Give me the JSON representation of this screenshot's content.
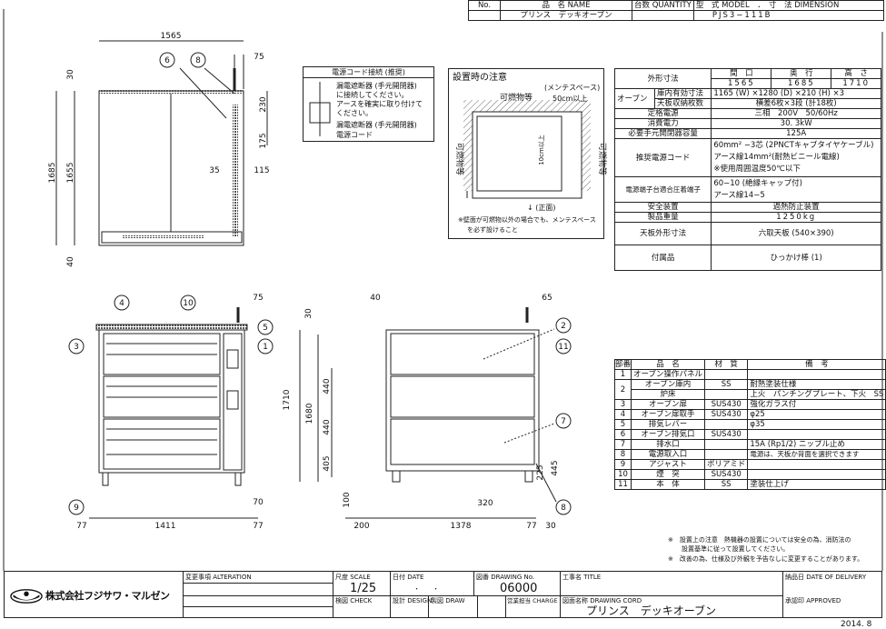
{
  "header": {
    "no_label": "No.",
    "name_label": "品　名 NAME",
    "qty_label": "台数 QUANTITY",
    "model_label": "型　式 MODEL",
    "dim_label": "．　寸　法 DIMENSION",
    "product_name": "プリンス　デッキオーブン",
    "model": "PJS3−111B"
  },
  "spec": {
    "outer_dim": "外形寸法",
    "width_label": "間　口",
    "depth_label": "奥　行",
    "height_label": "高　さ",
    "width": "1565",
    "depth": "1685",
    "height": "1710",
    "oven": "オーブン",
    "inner_dim_label": "庫内有効寸法",
    "inner_dim": "1165 (W) ×1280 (D) ×210 (H) ×3",
    "tray_label": "天板収納枚数",
    "tray": "横差6枚×3段 (計18枚)",
    "power_label": "定格電源",
    "power": "三相　200V　50/60Hz",
    "consumption_label": "消費電力",
    "consumption": "30. 3kW",
    "breaker_label": "必要手元開閉器容量",
    "breaker": "125A",
    "cord_label": "推奨電源コード",
    "cord_1": "60mm² −3芯 (2PNCTキャブタイヤケーブル)",
    "cord_2": "アース線14mm²(耐熱ビニール電線)",
    "cord_3": "※使用周囲温度50℃以下",
    "terminal_label": "電源端子台適合圧着端子",
    "terminal_1": "60−10 (絶縁キャップ付)",
    "terminal_2": "アース線14−5",
    "safety_label": "安全装置",
    "safety": "過熱防止装置",
    "weight_label": "製品重量",
    "weight": "1250kg",
    "plate_label": "天板外形寸法",
    "plate": "六取天板 (540×390)",
    "accessory_label": "付属品",
    "accessory": "ひっかけ棒 (1)"
  },
  "parts": {
    "headers": [
      "部番",
      "品　名",
      "材　質",
      "備　考"
    ],
    "rows": [
      [
        "1",
        "オーブン操作パネル",
        "",
        ""
      ],
      [
        "2",
        "オーブン庫内",
        "SS",
        "耐熱塗装仕様"
      ],
      [
        "",
        "炉床",
        "",
        "上火　パンチングプレート、下火　SS"
      ],
      [
        "3",
        "オーブン扉",
        "SUS430",
        "強化ガラス付"
      ],
      [
        "4",
        "オーブン扉取手",
        "SUS430",
        "φ25"
      ],
      [
        "5",
        "排気レバー",
        "",
        "φ35"
      ],
      [
        "6",
        "オーブン排気口",
        "SUS430",
        ""
      ],
      [
        "7",
        "排水口",
        "",
        "15A (Rp1/2) ニップル止め"
      ],
      [
        "8",
        "電源取入口",
        "",
        "電源は、天板か背面を選択できます"
      ],
      [
        "9",
        "アジャスト",
        "ポリアミド",
        ""
      ],
      [
        "10",
        "煙　突",
        "SUS430",
        ""
      ],
      [
        "11",
        "本　体",
        "SS",
        "塗装仕上げ"
      ]
    ]
  },
  "cord_box": {
    "title": "電源コード接続 (推奨)",
    "text_1": "漏電遮断器 (手元開閉器)",
    "text_2": "に接続してください。",
    "text_3": "アースを確実に取り付けて",
    "text_4": "ください。",
    "breaker": "漏電遮断器 (手元開閉器)",
    "cord": "電源コード"
  },
  "install_box": {
    "title": "設置時の注意",
    "maintenance": "(メンテスペース)",
    "flammable": "可燃物等",
    "clear_50": "50cm以上",
    "clear_10v": "10cm以上",
    "clear_10h": "10cm以上",
    "front": "↓ (正面)",
    "note_1": "※壁面が可燃物以外の場合でも、メンテスペース",
    "note_2": "を必ず設けること"
  },
  "dims": {
    "top": {
      "w": "1565",
      "d75": "75",
      "d30": "30",
      "d1685": "1685",
      "d1655": "1655",
      "d40": "40",
      "d230": "230",
      "d175": "175",
      "d35": "35",
      "d115": "115",
      "b6": "6",
      "b8": "8"
    },
    "front": {
      "d75": "75",
      "d70": "70",
      "d77a": "77",
      "d1411": "1411",
      "d77b": "77",
      "b4": "4",
      "b10": "10",
      "b3": "3",
      "b5": "5",
      "b1": "1",
      "b9": "9"
    },
    "side": {
      "d40": "40",
      "d65": "65",
      "d30": "30",
      "d1710": "1710",
      "d1680": "1680",
      "d440a": "440",
      "d440b": "440",
      "d405": "405",
      "d100": "100",
      "d200": "200",
      "d1378": "1378",
      "d320": "320",
      "d77": "77",
      "d30b": "30",
      "d225": "225",
      "d445": "445",
      "b2": "2",
      "b11": "11",
      "b7": "7",
      "b8": "8"
    }
  },
  "notes": {
    "n1": "※　設置上の注意　熱機器の設置については安全の為、消防法の",
    "n1b": "設置基準に従って設置してください。",
    "n2": "※　改善の為、仕様及び外観を予告なしに変更することがあります。"
  },
  "title_block": {
    "company": "株式会社フジサワ・マルゼン",
    "alteration": "変更事項 ALTERATION",
    "scale_label": "尺度 SCALE",
    "scale": "1/25",
    "date_label": "日付 DATE",
    "date": "・　　・",
    "drawing_no_label": "図番 DRAWING No.",
    "drawing_no": "06000",
    "title_label": "工事名 TITLE",
    "delivery_label": "納品日 DATE OF DELIVERY",
    "check_label": "検図 CHECK",
    "design_label": "設計 DESIGN",
    "draw_label": "製図 DRAW",
    "charge_label": "営業担当 CHARGE",
    "drawing_cord_label": "図面名称 DRAWING CORD",
    "drawing_cord": "プリンス　デッキオーブン",
    "approved_label": "承認印 APPROVED",
    "issue_date": "2014. 8"
  }
}
